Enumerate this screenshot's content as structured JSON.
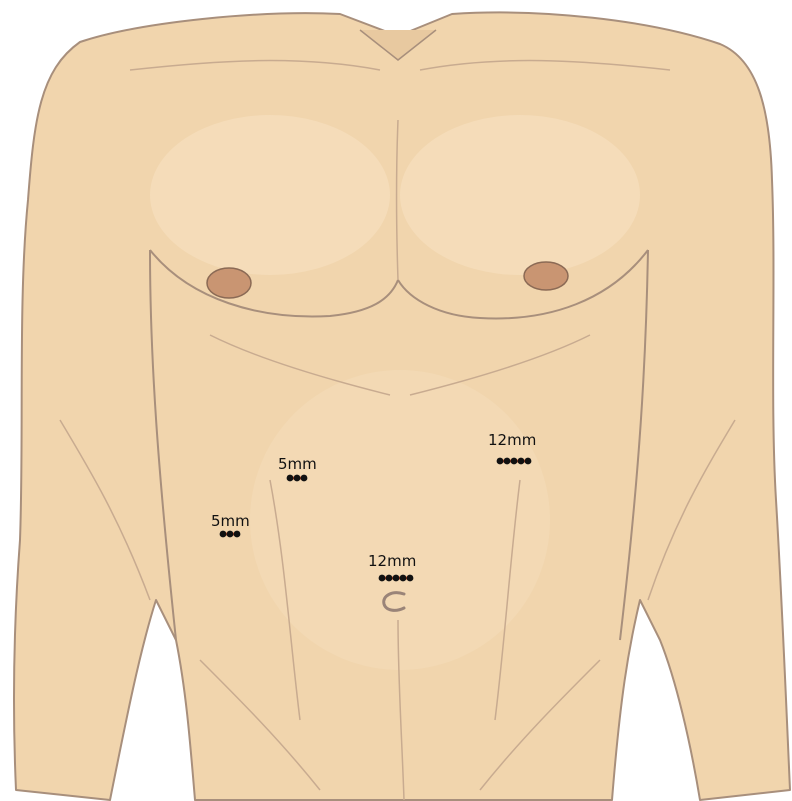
{
  "colors": {
    "background": "#ffffff",
    "skin": "#f1d5ad",
    "skin_light": "#f7e2c2",
    "skin_shadow": "#dcb98f",
    "outline": "#a88f7c",
    "nipple": "#c99572",
    "incision_dot": "#111111",
    "incision_line": "#e0522a",
    "umbilicus": "#9a8478"
  },
  "ports": [
    {
      "id": "right-upper-5mm",
      "label": "5mm",
      "dot_count": 3
    },
    {
      "id": "right-lateral-5mm",
      "label": "5mm",
      "dot_count": 3
    },
    {
      "id": "left-upper-12mm",
      "label": "12mm",
      "dot_count": 5
    },
    {
      "id": "umbilical-12mm",
      "label": "12mm",
      "dot_count": 5
    }
  ]
}
